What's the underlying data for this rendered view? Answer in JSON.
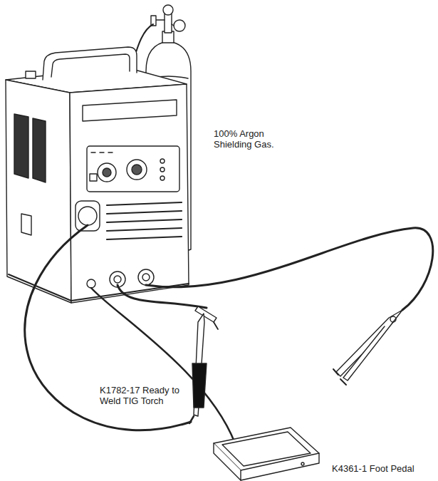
{
  "diagram": {
    "labels": [
      "100% Argon Shielding Gas.",
      "K1782-17 Ready to Weld TIG Torch",
      "K4361-1 Foot Pedal"
    ]
  }
}
